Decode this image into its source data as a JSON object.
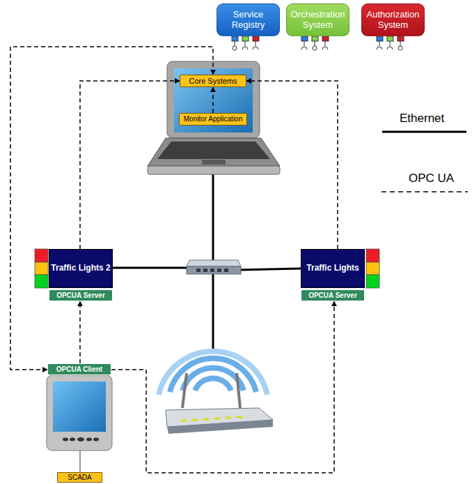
{
  "diagram": {
    "nodes": [
      {
        "text": [
          "Service Registry"
        ]
      },
      {
        "text": [
          "Orchestration System"
        ]
      },
      {
        "text": [
          "Authorization System"
        ]
      },
      {
        "text": [
          "Core Systems"
        ]
      },
      {
        "text": [
          "Monitor Application"
        ]
      },
      {
        "text": [
          "Traffic Lights 2"
        ]
      },
      {
        "text": [
          "OPCUA Server"
        ]
      },
      {
        "text": [
          "Traffic Lights"
        ]
      },
      {
        "text": [
          "OPCUA Server"
        ]
      },
      {
        "text": [
          "OPCUA Client"
        ]
      },
      {
        "text": [
          "SCADA"
        ]
      }
    ],
    "edges": [
      {
        "from": 4,
        "to": 3,
        "arrow": "to"
      },
      {
        "from": 5,
        "to": 3,
        "arrow": "to"
      },
      {
        "from": 7,
        "to": 3,
        "arrow": "to"
      },
      {
        "from": 9,
        "to": 3,
        "arrow": "both"
      },
      {
        "from": 9,
        "to": 6,
        "arrow": "to"
      },
      {
        "from": 9,
        "to": 8,
        "arrow": "to"
      }
    ],
    "legend": [
      {
        "text": "Ethernet"
      },
      {
        "text": "OPC UA"
      }
    ]
  }
}
